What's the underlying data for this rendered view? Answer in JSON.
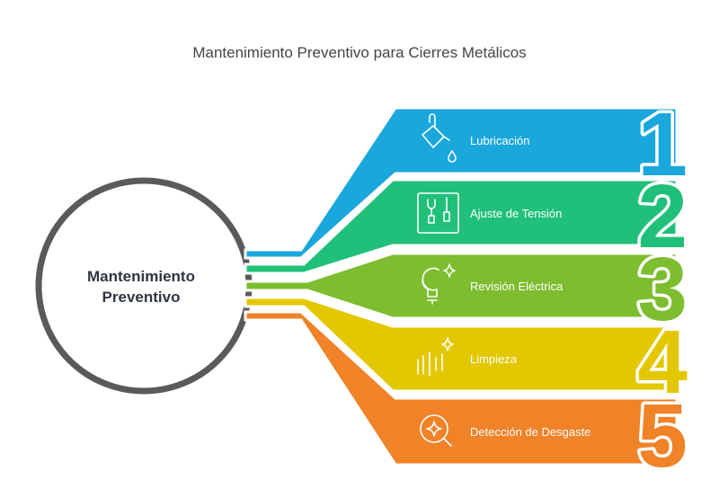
{
  "title": "Mantenimiento Preventivo para Cierres Metálicos",
  "center": {
    "line1": "Mantenimiento",
    "line2": "Preventivo"
  },
  "steps": [
    {
      "number": "1",
      "label": "Lubricación",
      "icon": "oil-can-icon",
      "color": "#1aa7dc"
    },
    {
      "number": "2",
      "label": "Ajuste de Tensión",
      "icon": "wrench-gauge-icon",
      "color": "#20c07a"
    },
    {
      "number": "3",
      "label": "Revisión Eléctrica",
      "icon": "lightbulb-sparkle-icon",
      "color": "#7dbd2f"
    },
    {
      "number": "4",
      "label": "Limpieza",
      "icon": "sparkle-lines-icon",
      "color": "#e3c700"
    },
    {
      "number": "5",
      "label": "Detección de Desgaste",
      "icon": "magnifier-sparkle-icon",
      "color": "#f08228"
    }
  ]
}
